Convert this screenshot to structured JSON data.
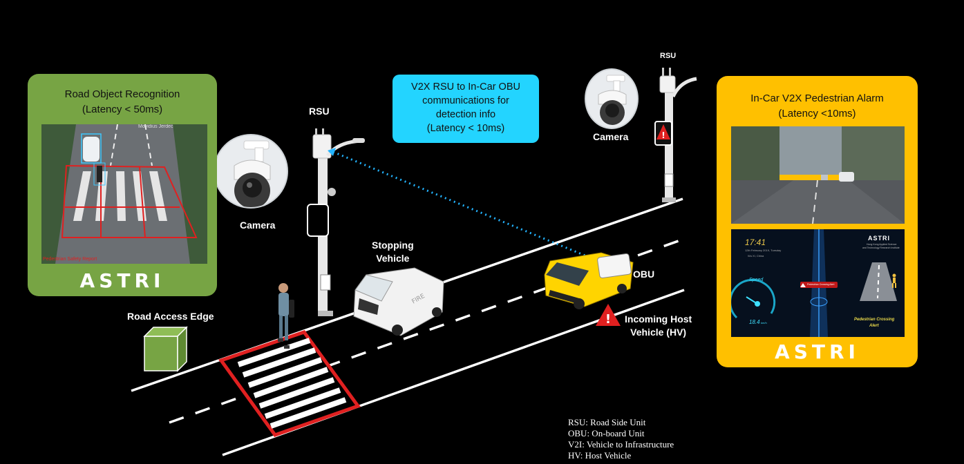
{
  "left_panel": {
    "title": "Road Object Recognition",
    "latency": "(Latency < 50ms)",
    "logo": "ASTRI",
    "photo_text_top": "Movidius Jerdec",
    "photo_text_bottom": "Pedestrian Safety Report"
  },
  "right_panel": {
    "title": "In-Car V2X Pedestrian Alarm",
    "latency": "(Latency <10ms)",
    "logo": "ASTRI",
    "screen": {
      "time": "17:41",
      "date": "12th February 2019, Tuesday",
      "location": "Wu Xi, China",
      "brand": "ASTRI",
      "brand_sub1": "Hong Kong Applied Science",
      "brand_sub2": "and Technology Research Institute",
      "speed_label": "Speed",
      "speed_value": "18.4",
      "speed_unit": "km/h",
      "alert_chip": "Pedestrian Crossing Alert",
      "alert_line1": "Pedestrian Crossing",
      "alert_line2": "Alert"
    }
  },
  "comm_box": {
    "line1": "V2X RSU to In-Car OBU",
    "line2": "communications for",
    "line3": "detection info",
    "line4": "(Latency < 10ms)"
  },
  "labels": {
    "rsu_left": "RSU",
    "rsu_right": "RSU",
    "camera_left": "Camera",
    "camera_right": "Camera",
    "stopping_line1": "Stopping",
    "stopping_line2": "Vehicle",
    "obu": "OBU",
    "incoming_line1": "Incoming Host",
    "incoming_line2": "Vehicle (HV)",
    "road_edge": "Road Access Edge"
  },
  "legend": [
    "RSU: Road Side Unit",
    "OBU: On-board Unit",
    "V2I: Vehicle to Infrastructure",
    "HV: Host Vehicle"
  ],
  "colors": {
    "green_panel": "#77a444",
    "gold_panel": "#ffc000",
    "comm_box": "#23d4ff",
    "crosswalk_border": "#e02020",
    "warning": "#e02020",
    "link": "#23b4ff"
  }
}
